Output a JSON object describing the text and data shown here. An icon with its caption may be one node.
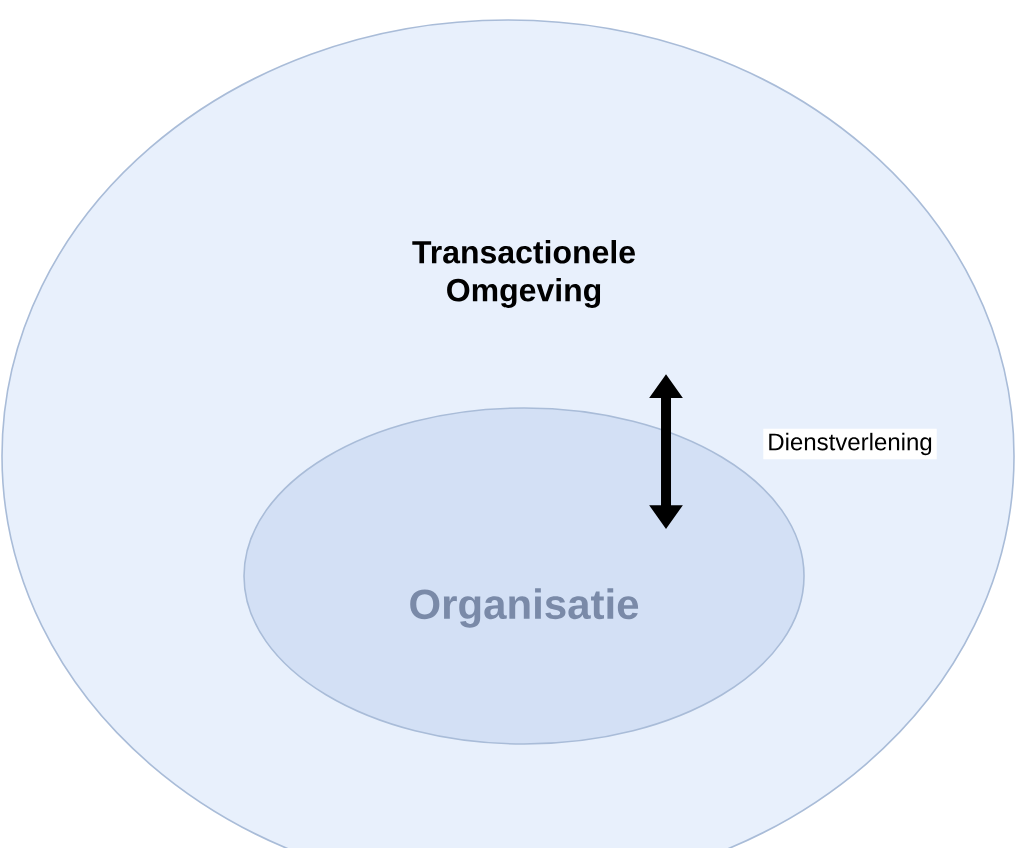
{
  "diagram": {
    "nodes": [
      {
        "text": [
          "Transactionele Omgeving"
        ]
      },
      {
        "text": [
          "Organisatie"
        ],
        "in": 0
      }
    ],
    "edges": [
      {
        "from": null,
        "to": 1,
        "arrow": "both",
        "label": "Dienstverlening"
      }
    ]
  }
}
